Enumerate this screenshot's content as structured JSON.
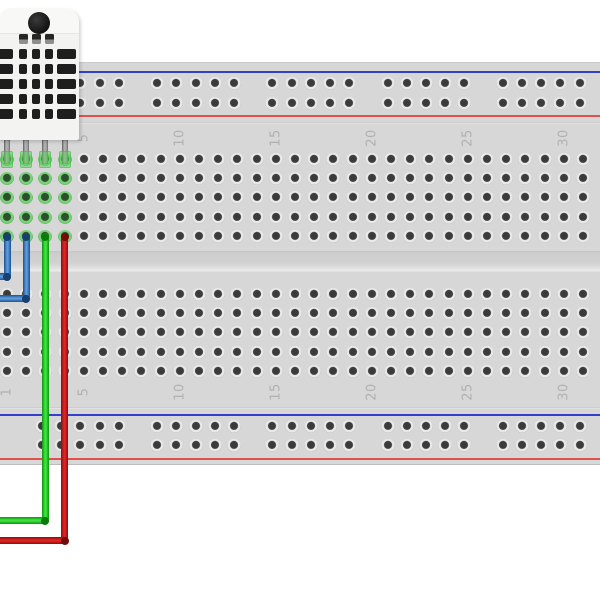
{
  "diagram": {
    "type": "breadboard-wiring",
    "board": {
      "column_labels": [
        "1",
        "5",
        "10",
        "15",
        "20",
        "25",
        "30"
      ],
      "label_columns": [
        1,
        5,
        10,
        15,
        20,
        25,
        30
      ],
      "rows_per_half": 5,
      "rail_line_colors": {
        "blue": "#3340cc",
        "red": "#e0514e"
      },
      "connected_columns": [
        1,
        2,
        3,
        4
      ],
      "connection_highlight_color": "#79d279"
    },
    "components": [
      {
        "id": "dht22-sensor",
        "kind": "temperature-humidity-sensor",
        "pins": 4,
        "body_color": "#f3f3f1"
      }
    ],
    "wires": [
      {
        "id": "wire-blue-1",
        "color_name": "blue",
        "hex": "#4a87c9",
        "from_column": "1",
        "route": "down then exits left edge"
      },
      {
        "id": "wire-blue-2",
        "color_name": "blue",
        "hex": "#4a87c9",
        "from_column": "2",
        "route": "down then exits left edge"
      },
      {
        "id": "wire-green",
        "color_name": "green",
        "hex": "#2fd32f",
        "from_column": "3",
        "route": "down past board, exits left near bottom"
      },
      {
        "id": "wire-red",
        "color_name": "red",
        "hex": "#cf1b1b",
        "from_column": "4",
        "route": "down past board, exits left at bottom"
      }
    ]
  }
}
